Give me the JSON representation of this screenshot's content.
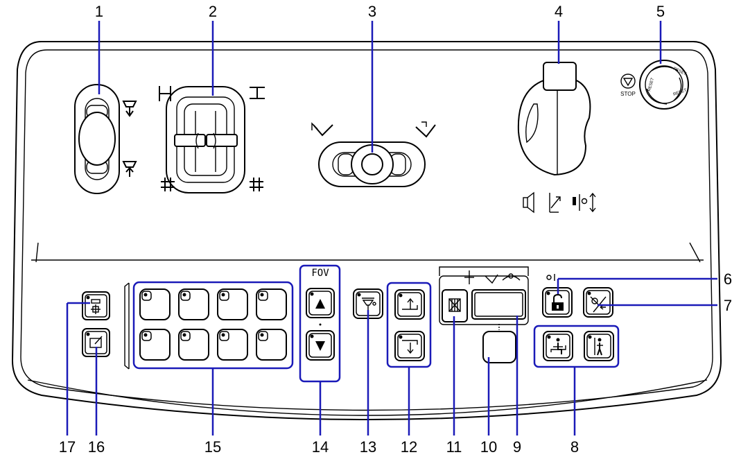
{
  "callouts": [
    "1",
    "2",
    "3",
    "4",
    "5",
    "6",
    "7",
    "8",
    "9",
    "10",
    "11",
    "12",
    "13",
    "14",
    "15",
    "16",
    "17"
  ],
  "fov_label": "FOV",
  "stop_label": "STOP",
  "reset_label": "RESET",
  "colors": {
    "callout_line": "#1a1ab8",
    "outline": "#000000",
    "background": "#ffffff"
  }
}
